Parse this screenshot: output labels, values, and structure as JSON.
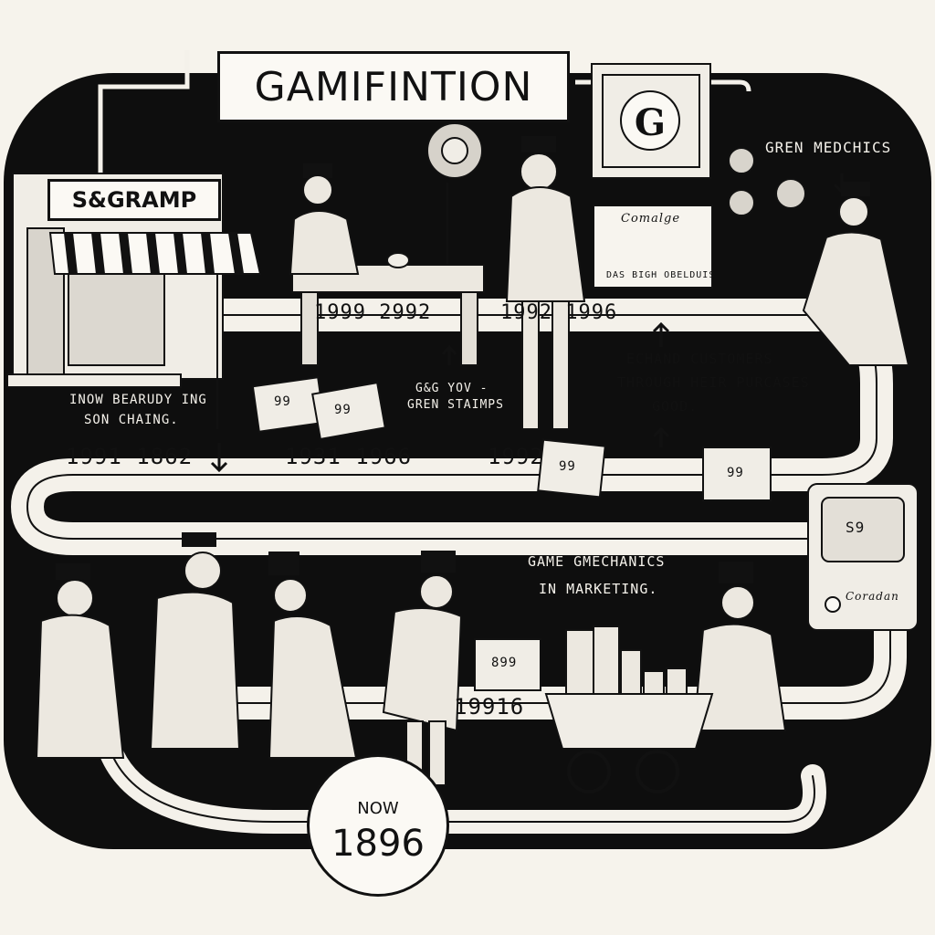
{
  "title": "GAMIFINTION",
  "shop_sign": "S&GRAMP",
  "labels": {
    "shop_caption_1": "INOW BEARUDY ING",
    "shop_caption_2": "SON CHAING.",
    "green_mechanics": "GREN MEDCHICS",
    "stamps_caption_1": "G&G YOV -",
    "stamps_caption_2": "GREN STAIMPS",
    "customers_1": "ECHAND CUSTOMERS",
    "customers_2": "THROUGH HEIR PURCASES",
    "customers_3": "GOOD.",
    "game_mech_1": "GAME GMECHANICS",
    "game_mech_2": "IN MARKETING.",
    "catalog": "Comalge",
    "catalog_line": "DAS BIGH OBELDUIS",
    "machine_brand": "Coradan"
  },
  "years": {
    "row1_a": "1999 2992",
    "row1_b": "1992 1996",
    "row2_a": "1991 1862",
    "row2_b": "1931 1966",
    "row2_c": "1992",
    "row3": "19916"
  },
  "now": {
    "label": "NOW",
    "year": "1896"
  },
  "stamps": {
    "value_a": "99",
    "value_b": "99",
    "value_c": "99",
    "value_d": "99",
    "value_e": "99",
    "value_f": "899",
    "value_g": "S9"
  }
}
